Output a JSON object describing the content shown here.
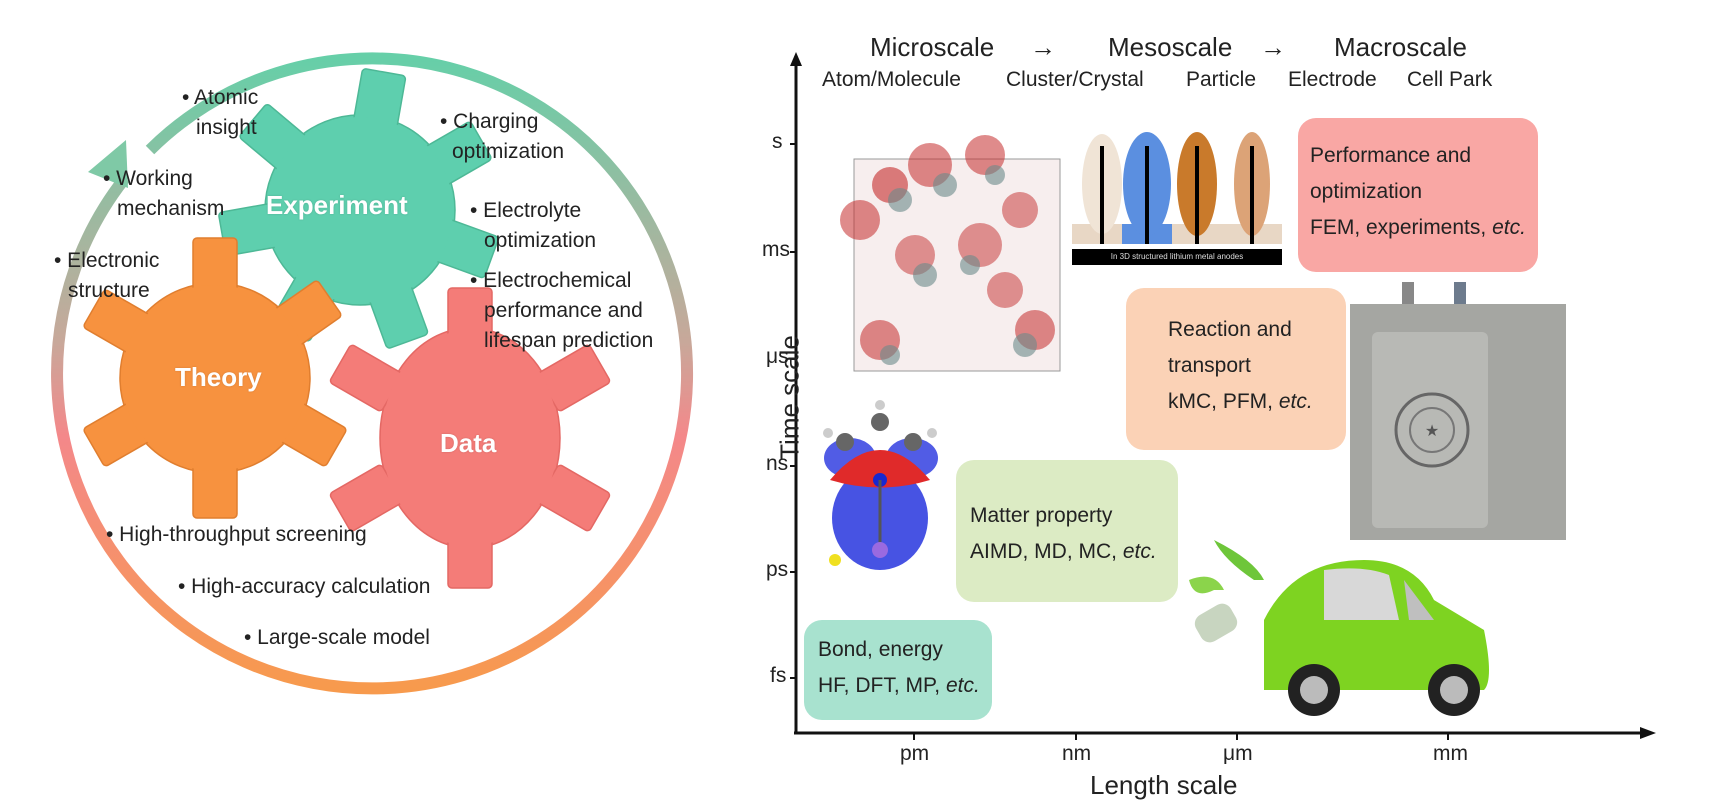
{
  "left_panel": {
    "gears": [
      {
        "id": "experiment",
        "label": "Experiment",
        "color": "#5ecfae"
      },
      {
        "id": "theory",
        "label": "Theory",
        "color": "#f7923f"
      },
      {
        "id": "data",
        "label": "Data",
        "color": "#f47c78"
      }
    ],
    "cycle_colors": {
      "top": "#66cfa8",
      "bottom": "#f79a4d",
      "right": "#f4888a"
    },
    "bullets": {
      "atomic_insight": [
        "• Atomic",
        "insight"
      ],
      "working_mechanism": [
        "• Working",
        "mechanism"
      ],
      "electronic_structure": [
        "• Electronic",
        "structure"
      ],
      "charging_optimization": [
        "• Charging",
        "optimization"
      ],
      "electrolyte_optimization": [
        "• Electrolyte",
        "optimization"
      ],
      "electrochemical": [
        "• Electrochemical",
        "performance and",
        "lifespan prediction"
      ],
      "high_throughput": "• High-throughput screening",
      "high_accuracy": "• High-accuracy calculation",
      "large_scale": "• Large-scale model"
    }
  },
  "right_panel": {
    "header": {
      "scales": [
        "Microscale",
        "→",
        "Mesoscale",
        "→",
        "Macroscale"
      ],
      "levels": [
        "Atom/Molecule",
        "Cluster/Crystal",
        "Particle",
        "Electrode",
        "Cell Park"
      ]
    },
    "y_axis": {
      "label": "Time scale",
      "ticks": [
        "s",
        "ms",
        "μs",
        "ns",
        "ps",
        "fs"
      ]
    },
    "x_axis": {
      "label": "Length scale",
      "ticks": [
        "pm",
        "nm",
        "μm",
        "mm"
      ]
    },
    "boxes": [
      {
        "id": "bond",
        "lines": [
          "Bond, energy",
          "HF, DFT, MP, "
        ],
        "italic": "etc.",
        "color": "#a8e2cf"
      },
      {
        "id": "matter",
        "lines": [
          "Matter property",
          "AIMD, MD, MC, "
        ],
        "italic": "etc.",
        "color": "#dcebc4"
      },
      {
        "id": "reaction",
        "lines": [
          "Reaction and",
          "transport",
          "kMC, PFM, "
        ],
        "italic": "etc.",
        "color": "#fbd2b6"
      },
      {
        "id": "performance",
        "lines": [
          "Performance and",
          "optimization",
          "FEM, experiments, "
        ],
        "italic": "etc.",
        "color": "#f9a7a4"
      }
    ],
    "images": {
      "dendrite_caption": "In 3D structured lithium metal anodes"
    }
  }
}
